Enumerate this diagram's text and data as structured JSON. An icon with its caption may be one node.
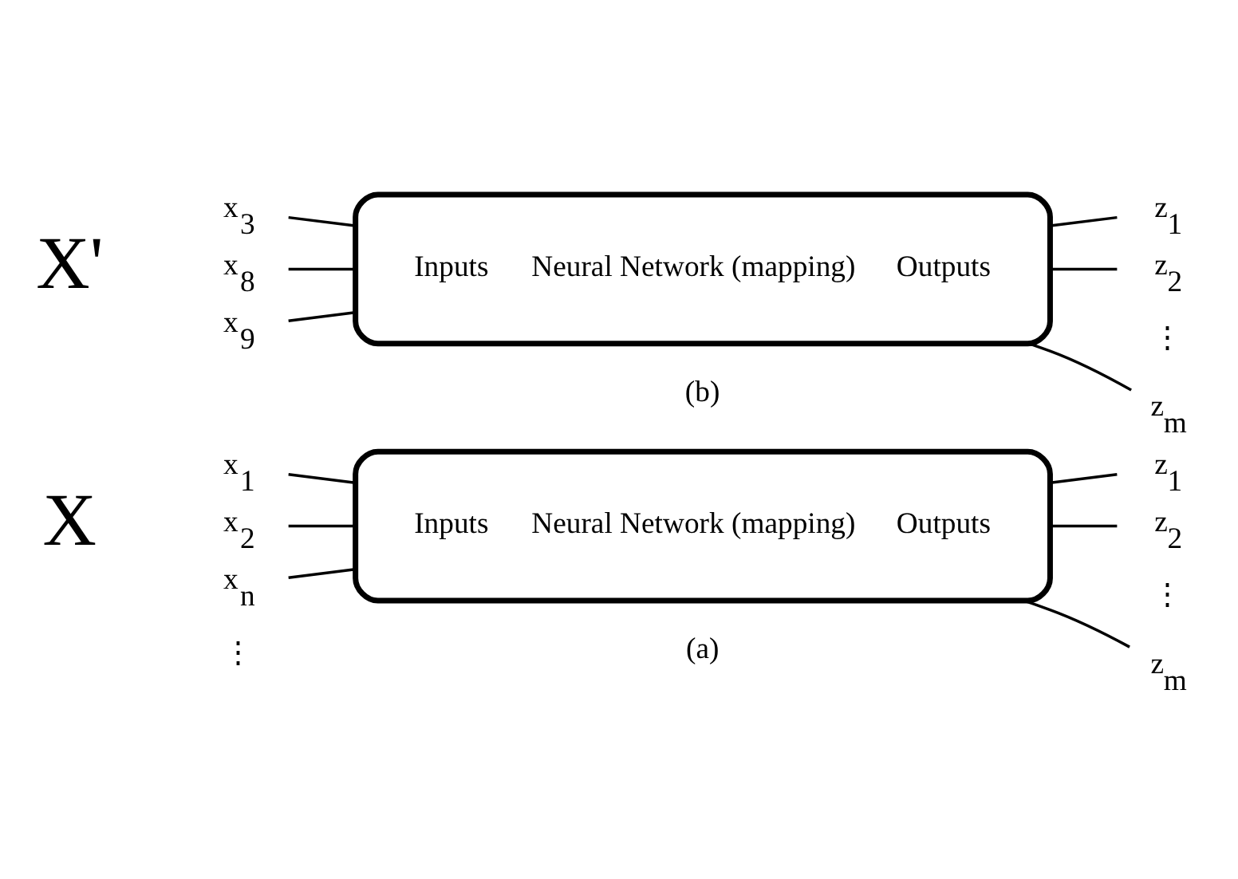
{
  "diagram": {
    "nodes": [
      {
        "text": [
          "Inputs",
          "Neural Network (mapping)",
          "Outputs"
        ]
      },
      {
        "text": [
          "x$_{1}$"
        ]
      },
      {
        "text": [
          "x$_{2}$"
        ]
      },
      {
        "text": [
          "x$_{n}$"
        ]
      },
      {
        "text": [
          "z$_{1}$"
        ]
      },
      {
        "text": [
          "z$_{2}$"
        ]
      },
      {
        "text": [
          "z$_{m}$"
        ]
      },
      {
        "text": [
          "Inputs",
          "Neural Network (mapping)",
          "Outputs"
        ]
      },
      {
        "text": [
          "x$_{3}$"
        ]
      },
      {
        "text": [
          "x$_{8}$"
        ]
      },
      {
        "text": [
          "x$_{9}$"
        ]
      },
      {
        "text": [
          "z$_{1}$"
        ]
      },
      {
        "text": [
          "z$_{2}$"
        ]
      },
      {
        "text": [
          "z$_{m}$"
        ]
      }
    ],
    "edges": [
      {
        "from": 1,
        "to": 0,
        "arrow": "none"
      },
      {
        "from": 2,
        "to": 0,
        "arrow": "none"
      },
      {
        "from": 3,
        "to": 0,
        "arrow": "none"
      },
      {
        "from": 0,
        "to": 4,
        "arrow": "none"
      },
      {
        "from": 0,
        "to": 5,
        "arrow": "none"
      },
      {
        "from": 0,
        "to": 6,
        "arrow": "none"
      },
      {
        "from": 8,
        "to": 7,
        "arrow": "none"
      },
      {
        "from": 9,
        "to": 7,
        "arrow": "none"
      },
      {
        "from": 10,
        "to": 7,
        "arrow": "none"
      },
      {
        "from": 7,
        "to": 11,
        "arrow": "none"
      },
      {
        "from": 7,
        "to": 12,
        "arrow": "none"
      },
      {
        "from": 7,
        "to": 13,
        "arrow": "none"
      }
    ],
    "labels": [
      "X",
      "⋮",
      "⋮",
      "(a)",
      "X'",
      "⋮",
      "(b)"
    ]
  }
}
